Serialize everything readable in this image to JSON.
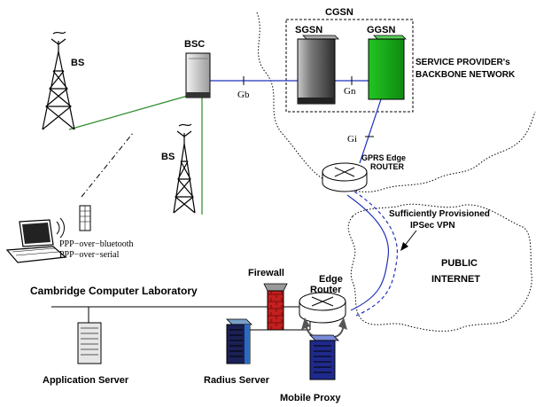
{
  "labels": {
    "cgsn": "CGSN",
    "sgsn": "SGSN",
    "ggsn": "GGSN",
    "bsc": "BSC",
    "bs_top": "BS",
    "bs_mid": "BS",
    "backbone_line1": "SERVICE PROVIDER's",
    "backbone_line2": "BACKBONE NETWORK",
    "gb": "Gb",
    "gn": "Gn",
    "gi": "Gi",
    "gprs_line1": "GPRS Edge",
    "gprs_line2": "ROUTER",
    "vpn_line1": "Sufficiently Provisioned",
    "vpn_line2": "IPSec VPN",
    "public_line1": "PUBLIC",
    "public_line2": "INTERNET",
    "ppp_bt": "PPP−over−bluetooth",
    "ppp_serial": "PPP−over−serial",
    "firewall": "Firewall",
    "edge_line1": "Edge",
    "edge_line2": "Router",
    "cam_lab": "Cambridge Computer Laboratory",
    "app_server": "Application Server",
    "radius_server": "Radius Server",
    "mobile_proxy": "Mobile Proxy"
  },
  "colors": {
    "radio_link": "#2a8a2a",
    "wired_link": "#2233bb",
    "ggsn_fill": "#1db31d",
    "sgsn_fill": "#555555",
    "firewall_fill": "#cc2222"
  }
}
